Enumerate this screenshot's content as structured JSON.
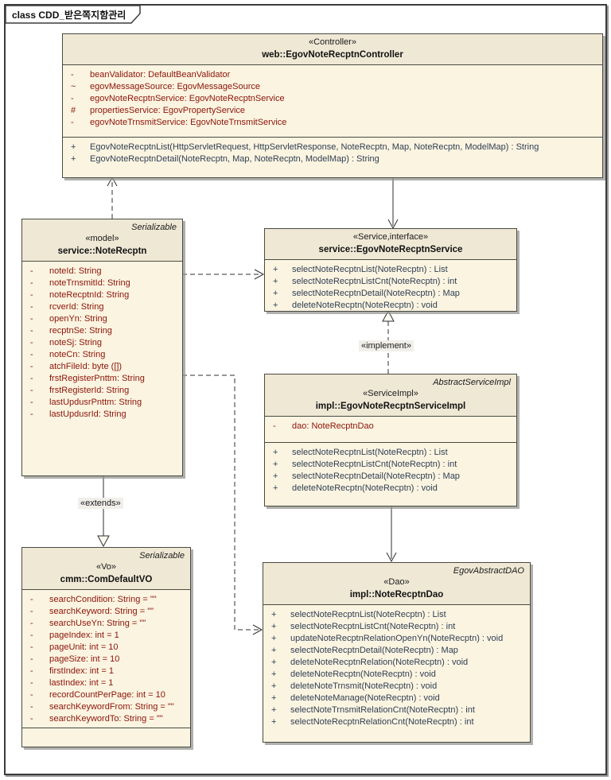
{
  "frame": {
    "title": "class CDD_받은쪽지함관리"
  },
  "colors": {
    "box_body_fill": "#FBF4E1",
    "box_header_fill": "#EFE8D5",
    "box_border": "#4a4a42",
    "attribute_text": "#8B1408",
    "method_text": "#2F3E52",
    "line": "#2f2f2f"
  },
  "labels": {
    "implement": "«implement»",
    "extends": "«extends»"
  },
  "classes": [
    {
      "id": "controller",
      "tag": "",
      "stereotype": "«Controller»",
      "name": "web::EgovNoteRecptnController",
      "attributes": [
        {
          "vis": "-",
          "text": "beanValidator: DefaultBeanValidator"
        },
        {
          "vis": "~",
          "text": "egovMessageSource: EgovMessageSource"
        },
        {
          "vis": "-",
          "text": "egovNoteRecptnService: EgovNoteRecptnService"
        },
        {
          "vis": "#",
          "text": "propertiesService: EgovPropertyService"
        },
        {
          "vis": "-",
          "text": "egovNoteTrnsmitService: EgovNoteTrnsmitService"
        }
      ],
      "methods": [
        {
          "vis": "+",
          "text": "EgovNoteRecptnList(HttpServletRequest, HttpServletResponse, NoteRecptn, Map, NoteRecptn, ModelMap) : String"
        },
        {
          "vis": "+",
          "text": "EgovNoteRecptnDetail(NoteRecptn, Map, NoteRecptn, ModelMap) : String"
        }
      ]
    },
    {
      "id": "noterecptn",
      "tag": "Serializable",
      "stereotype": "«model»",
      "name": "service::NoteRecptn",
      "attributes": [
        {
          "vis": "-",
          "text": "noteId: String"
        },
        {
          "vis": "-",
          "text": "noteTrnsmitId: String"
        },
        {
          "vis": "-",
          "text": "noteRecptnId: String"
        },
        {
          "vis": "-",
          "text": "rcverId: String"
        },
        {
          "vis": "-",
          "text": "openYn: String"
        },
        {
          "vis": "-",
          "text": "recptnSe: String"
        },
        {
          "vis": "-",
          "text": "noteSj: String"
        },
        {
          "vis": "-",
          "text": "noteCn: String"
        },
        {
          "vis": "-",
          "text": "atchFileId: byte ([])"
        },
        {
          "vis": "-",
          "text": "frstRegisterPnttm: String"
        },
        {
          "vis": "-",
          "text": "frstRegisterId: String"
        },
        {
          "vis": "-",
          "text": "lastUpdusrPnttm: String"
        },
        {
          "vis": "-",
          "text": "lastUpdusrId: String"
        }
      ],
      "methods": []
    },
    {
      "id": "service",
      "tag": "",
      "stereotype": "«Service,interface»",
      "name": "service::EgovNoteRecptnService",
      "attributes": [],
      "methods": [
        {
          "vis": "+",
          "text": "selectNoteRecptnList(NoteRecptn) : List"
        },
        {
          "vis": "+",
          "text": "selectNoteRecptnListCnt(NoteRecptn) : int"
        },
        {
          "vis": "+",
          "text": "selectNoteRecptnDetail(NoteRecptn) : Map"
        },
        {
          "vis": "+",
          "text": "deleteNoteRecptn(NoteRecptn) : void"
        }
      ]
    },
    {
      "id": "serviceimpl",
      "tag": "AbstractServiceImpl",
      "stereotype": "«ServiceImpl»",
      "name": "impl::EgovNoteRecptnServiceImpl",
      "attributes": [
        {
          "vis": "-",
          "text": "dao: NoteRecptnDao"
        }
      ],
      "methods": [
        {
          "vis": "+",
          "text": "selectNoteRecptnList(NoteRecptn) : List"
        },
        {
          "vis": "+",
          "text": "selectNoteRecptnListCnt(NoteRecptn) : int"
        },
        {
          "vis": "+",
          "text": "selectNoteRecptnDetail(NoteRecptn) : Map"
        },
        {
          "vis": "+",
          "text": "deleteNoteRecptn(NoteRecptn) : void"
        }
      ]
    },
    {
      "id": "comdefaultvo",
      "tag": "Serializable",
      "stereotype": "«Vo»",
      "name": "cmm::ComDefaultVO",
      "attributes": [
        {
          "vis": "-",
          "text": "searchCondition: String = \"\""
        },
        {
          "vis": "-",
          "text": "searchKeyword: String = \"\""
        },
        {
          "vis": "-",
          "text": "searchUseYn: String = \"\""
        },
        {
          "vis": "-",
          "text": "pageIndex: int = 1"
        },
        {
          "vis": "-",
          "text": "pageUnit: int = 10"
        },
        {
          "vis": "-",
          "text": "pageSize: int = 10"
        },
        {
          "vis": "-",
          "text": "firstIndex: int = 1"
        },
        {
          "vis": "-",
          "text": "lastIndex: int = 1"
        },
        {
          "vis": "-",
          "text": "recordCountPerPage: int = 10"
        },
        {
          "vis": "-",
          "text": "searchKeywordFrom: String = \"\""
        },
        {
          "vis": "-",
          "text": "searchKeywordTo: String = \"\""
        }
      ],
      "methods": []
    },
    {
      "id": "dao",
      "tag": "EgovAbstractDAO",
      "stereotype": "«Dao»",
      "name": "impl::NoteRecptnDao",
      "attributes": [],
      "methods": [
        {
          "vis": "+",
          "text": "selectNoteRecptnList(NoteRecptn) : List"
        },
        {
          "vis": "+",
          "text": "selectNoteRecptnListCnt(NoteRecptn) : int"
        },
        {
          "vis": "+",
          "text": "updateNoteRecptnRelationOpenYn(NoteRecptn) : void"
        },
        {
          "vis": "+",
          "text": "selectNoteRecptnDetail(NoteRecptn) : Map"
        },
        {
          "vis": "+",
          "text": "deleteNoteRecptnRelation(NoteRecptn) : void"
        },
        {
          "vis": "+",
          "text": "deleteNoteRecptn(NoteRecptn) : void"
        },
        {
          "vis": "+",
          "text": "deleteNoteTrnsmit(NoteRecptn) : void"
        },
        {
          "vis": "+",
          "text": "deleteNoteManage(NoteRecptn) : void"
        },
        {
          "vis": "+",
          "text": "selectNoteTrnsmitRelationCnt(NoteRecptn) : int"
        },
        {
          "vis": "+",
          "text": "selectNoteRecptnRelationCnt(NoteRecptn) : int"
        }
      ]
    }
  ]
}
